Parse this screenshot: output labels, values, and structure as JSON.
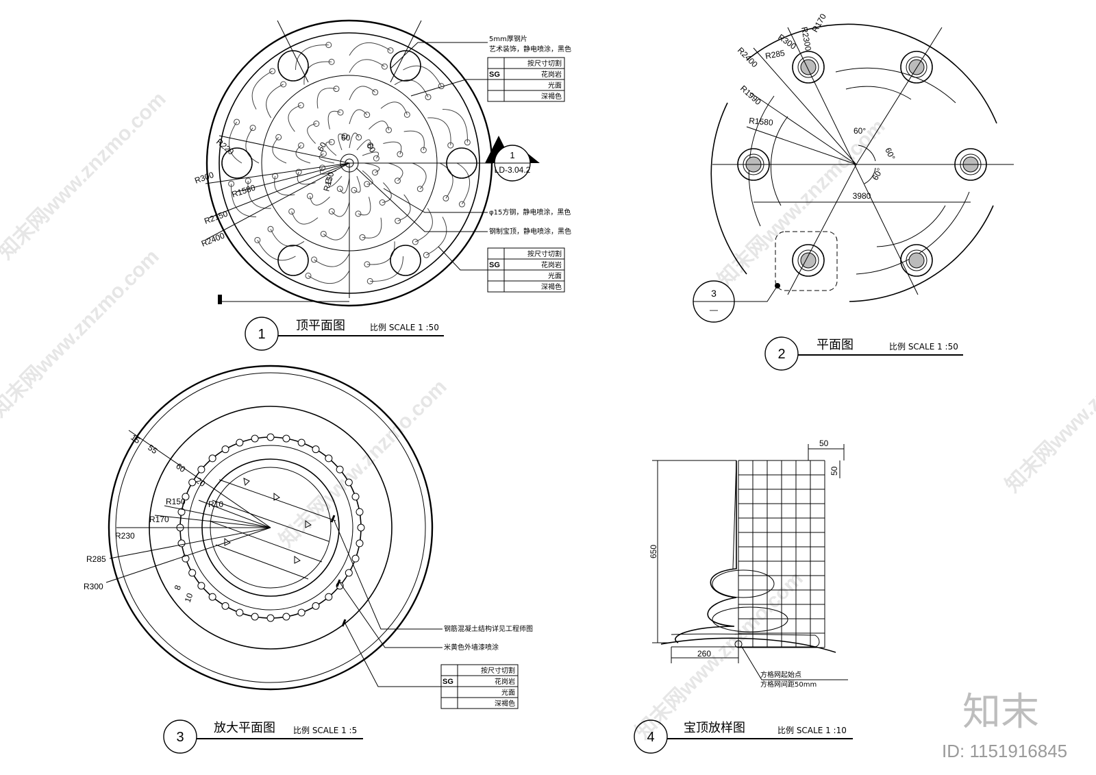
{
  "drawing1": {
    "title": "顶平面图",
    "scale": "比例 SCALE 1 :50",
    "number": "1",
    "section_ref": {
      "number": "1",
      "sheet": "LD-3.04.2"
    },
    "dims": [
      "R220",
      "R300",
      "R1580",
      "R2150",
      "R2400",
      "R150",
      "60",
      "60",
      "60"
    ],
    "note_top": [
      "5mm厚钢片",
      "艺术装饰，静电喷涂，黑色"
    ],
    "note_rod": "φ15方钢，静电喷涂，黑色",
    "note_crown": "钢制宝顶，静电喷涂，黑色",
    "table_a": {
      "rows": [
        [
          "",
          "按尺寸切割"
        ],
        [
          "SG",
          "花岗岩"
        ],
        [
          "",
          "光面"
        ],
        [
          "",
          "深褐色"
        ]
      ]
    },
    "table_b": {
      "rows": [
        [
          "",
          "按尺寸切割"
        ],
        [
          "SG",
          "花岗岩"
        ],
        [
          "",
          "光面"
        ],
        [
          "",
          "深褐色"
        ]
      ]
    }
  },
  "drawing2": {
    "title": "平面图",
    "scale": "比例 SCALE 1 :50",
    "number": "2",
    "dims": [
      "R300",
      "R2300",
      "R170",
      "R285",
      "R2400",
      "R1990",
      "R1580",
      "60°",
      "60°",
      "60°",
      "3980"
    ],
    "detail_ref": {
      "number": "3",
      "sheet": "—"
    }
  },
  "drawing3": {
    "title": "放大平面图",
    "scale": "比例 SCALE 1 :5",
    "number": "3",
    "dims": [
      "15",
      "55",
      "60",
      "20",
      "R150",
      "R10",
      "R170",
      "R230",
      "R285",
      "R300",
      "8",
      "10"
    ],
    "note_rc": "钢筋混凝土结构详见工程师图",
    "note_paint": "米黄色外墙漆喷涂",
    "table": {
      "rows": [
        [
          "",
          "按尺寸切割"
        ],
        [
          "SG",
          "花岗岩"
        ],
        [
          "",
          "光面"
        ],
        [
          "",
          "深褐色"
        ]
      ]
    }
  },
  "drawing4": {
    "title": "宝顶放样图",
    "scale": "比例 SCALE 1 :10",
    "number": "4",
    "dims": [
      "50",
      "50",
      "650",
      "260"
    ],
    "note_grid": [
      "方格网起始点",
      "方格网间距50mm"
    ]
  },
  "watermark": {
    "brand": "知末",
    "site": "知末网www.znzmo.com",
    "id": "ID: 1151916845"
  }
}
